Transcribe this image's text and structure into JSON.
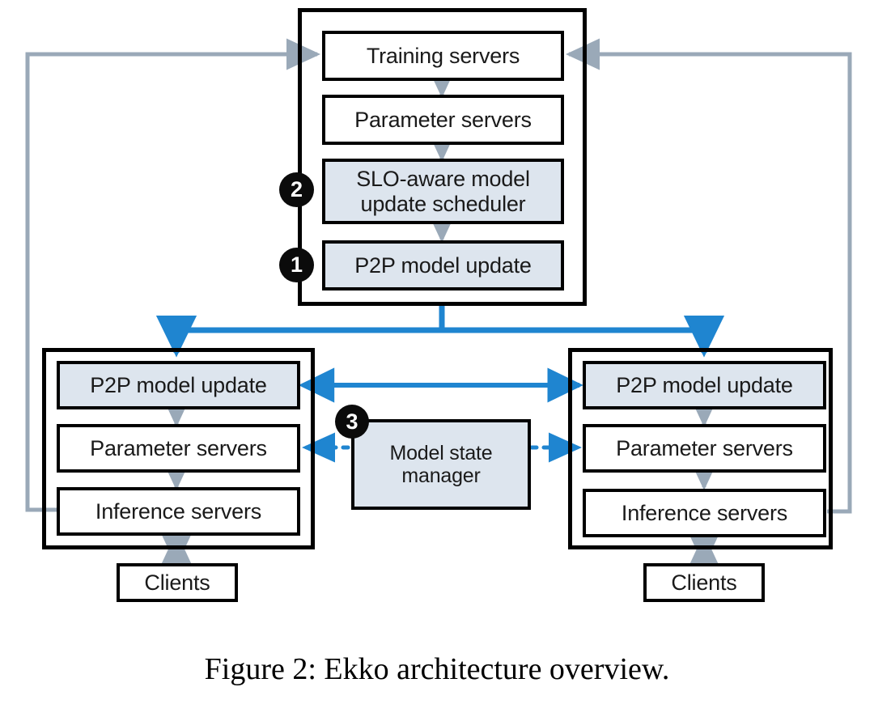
{
  "figure": {
    "caption": "Figure 2: Ekko architecture overview.",
    "colors": {
      "accent_fill": "#dde5ee",
      "blue_connector": "#1f85d0",
      "gray_connector": "#9aa9b8",
      "outline": "#000000",
      "badge_fill": "#0b0b0b",
      "background": "#ffffff"
    }
  },
  "top_cluster": {
    "name": "training-cluster",
    "nodes": [
      {
        "id": "training-servers",
        "label": "Training servers",
        "highlight": false
      },
      {
        "id": "parameter-servers",
        "label": "Parameter servers",
        "highlight": false
      },
      {
        "id": "slo-scheduler",
        "label": "SLO-aware model update scheduler",
        "highlight": true
      },
      {
        "id": "p2p-model-update",
        "label": "P2P model update",
        "highlight": true
      }
    ],
    "badges": [
      {
        "id": "badge-2",
        "number": "2",
        "target": "slo-scheduler"
      },
      {
        "id": "badge-1",
        "number": "1",
        "target": "p2p-model-update"
      }
    ]
  },
  "left_cluster": {
    "name": "left-inference-cluster",
    "nodes": [
      {
        "id": "left-p2p-model-update",
        "label": "P2P model update",
        "highlight": true
      },
      {
        "id": "left-parameter-servers",
        "label": "Parameter servers",
        "highlight": false
      },
      {
        "id": "left-inference-servers",
        "label": "Inference servers",
        "highlight": false
      }
    ],
    "clients": {
      "id": "left-clients",
      "label": "Clients"
    }
  },
  "right_cluster": {
    "name": "right-inference-cluster",
    "nodes": [
      {
        "id": "right-p2p-model-update",
        "label": "P2P model update",
        "highlight": true
      },
      {
        "id": "right-parameter-servers",
        "label": "Parameter servers",
        "highlight": false
      },
      {
        "id": "right-inference-servers",
        "label": "Inference servers",
        "highlight": false
      }
    ],
    "clients": {
      "id": "right-clients",
      "label": "Clients"
    }
  },
  "center": {
    "node": {
      "id": "model-state-manager",
      "label": "Model state manager",
      "highlight": true
    },
    "badge": {
      "id": "badge-3",
      "number": "3",
      "target": "model-state-manager"
    }
  }
}
